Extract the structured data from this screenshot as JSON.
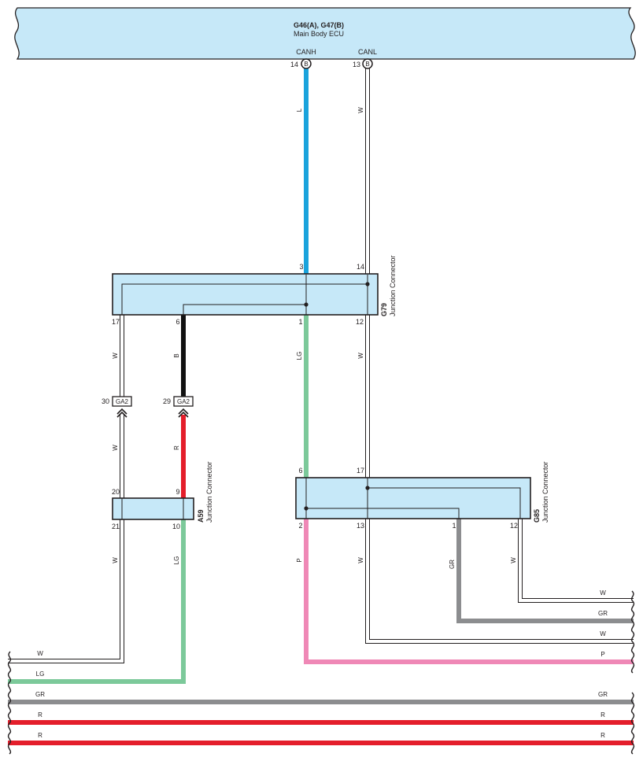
{
  "colors": {
    "ecu_fill": "#c6e8f8",
    "connector_fill": "#c6e8f8",
    "wire_L": "#1aa3dc",
    "wire_LG": "#7cc99a",
    "wire_B": "#111111",
    "wire_R": "#e41e2b",
    "wire_P": "#ef88b6",
    "wire_GR": "#8c8d8f",
    "wire_W": "#ffffff",
    "outline": "#231f20"
  },
  "ecu": {
    "code": "G46(A), G47(B)",
    "name": "Main Body ECU",
    "canh_label": "CANH",
    "canl_label": "CANL",
    "canh_pin": "14",
    "canl_pin": "13",
    "canh_terminal": "B",
    "canl_terminal": "B"
  },
  "g79": {
    "code": "G79",
    "name": "Junction Connector",
    "pins": {
      "p3": "3",
      "p14": "14",
      "p17": "17",
      "p6": "6",
      "p1": "1",
      "p12": "12"
    }
  },
  "g85": {
    "code": "G85",
    "name": "Junction Connector",
    "pins": {
      "p6": "6",
      "p17": "17",
      "p2": "2",
      "p13": "13",
      "p1": "1",
      "p12": "12"
    }
  },
  "a59": {
    "code": "A59",
    "name": "Junction Connector",
    "pins": {
      "p20": "20",
      "p9": "9",
      "p21": "21",
      "p10": "10"
    }
  },
  "ga2": {
    "code": "GA2",
    "left_pin": "30",
    "right_pin": "29"
  },
  "wire_labels": {
    "canh_wire": "L",
    "canl_wire": "W",
    "g79_17_wire": "W",
    "g79_6_wire": "B",
    "g79_1_wire": "LG",
    "g79_12_wire": "W",
    "ga2_30_wire": "W",
    "ga2_29_wire": "R",
    "a59_21_wire": "W",
    "a59_10_wire": "LG",
    "g85_2_wire": "P",
    "g85_13_wire": "W",
    "g85_1_wire": "GR",
    "g85_12_wire": "W"
  },
  "bus_labels": {
    "right_w_top": "W",
    "right_gr": "GR",
    "right_w_bottom": "W",
    "right_p": "P",
    "left_w": "W",
    "left_lg": "LG",
    "gr_left": "GR",
    "gr_right": "GR",
    "r1_left": "R",
    "r1_right": "R",
    "r2_left": "R",
    "r2_right": "R"
  }
}
